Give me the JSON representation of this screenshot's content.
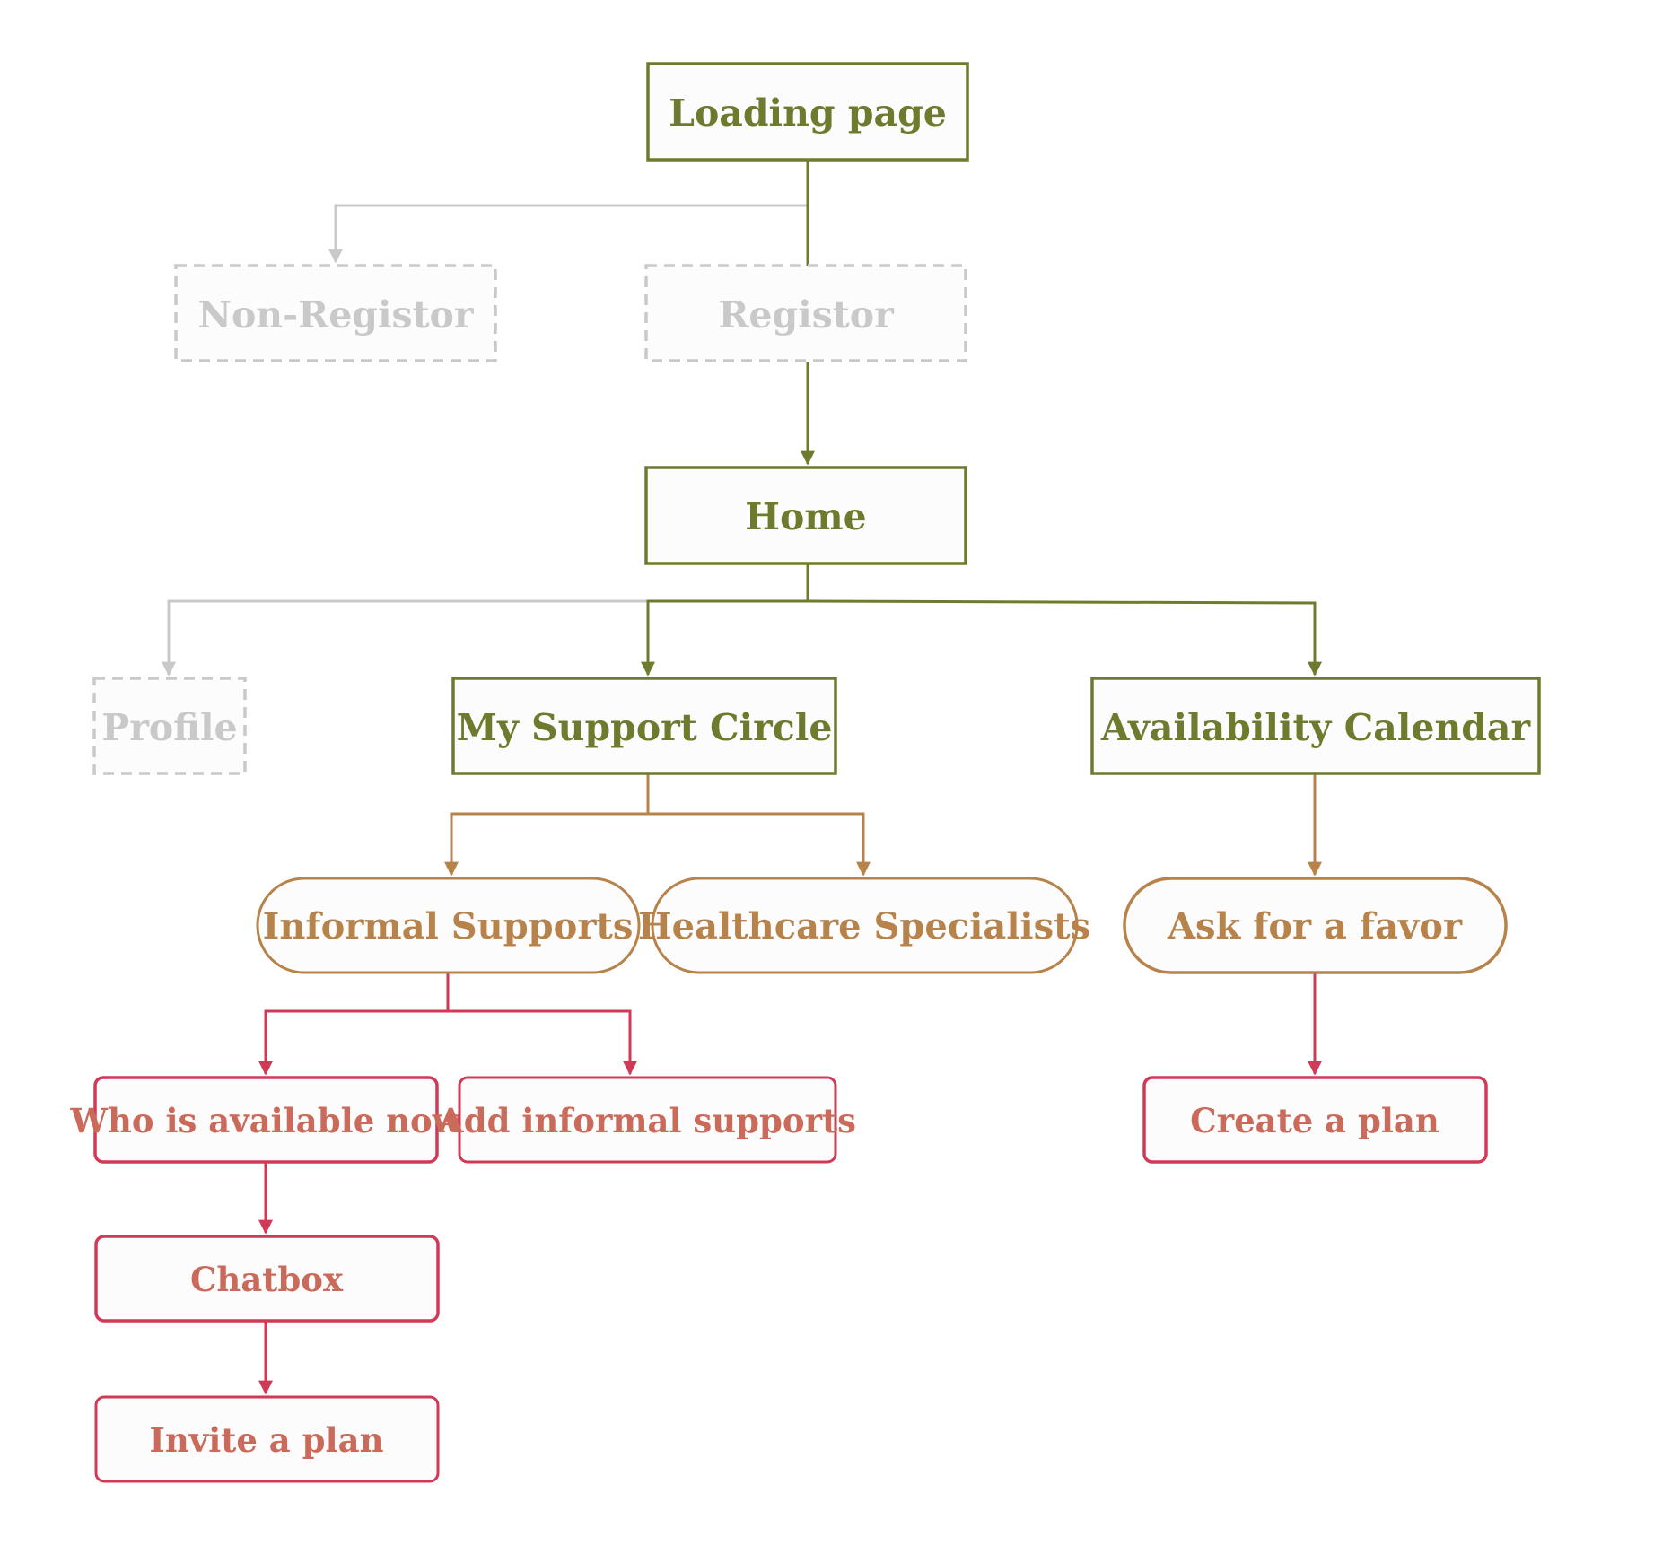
{
  "colors": {
    "primary": "#6E7B2F",
    "secondary": "#B8834A",
    "tertiary": "#D03A56",
    "tertiary_text": "#C96A5A",
    "muted": "#C9C9C9",
    "node_fill": "#FCFCFC"
  },
  "nodes": {
    "loading_page": "Loading page",
    "non_registor": "Non-Registor",
    "registor": "Registor",
    "home": "Home",
    "profile": "Profile",
    "my_support_circle": "My Support Circle",
    "availability_calendar": "Availability Calendar",
    "informal_supports": "Informal Supports",
    "healthcare_specialists": "Healthcare Specialists",
    "ask_for_a_favor": "Ask for a favor",
    "who_is_available_now": "Who is available now",
    "add_informal_supports": "Add informal supports",
    "create_a_plan": "Create a plan",
    "chatbox": "Chatbox",
    "invite_a_plan": "Invite a plan"
  }
}
